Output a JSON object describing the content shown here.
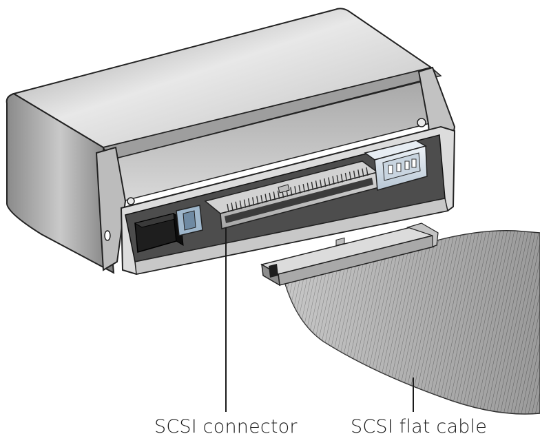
{
  "labels": {
    "connector": "SCSI connector",
    "cable": "SCSI flat cable"
  },
  "colors": {
    "housing_dark": "#6e6e6e",
    "housing_light": "#e6e6e6",
    "connector_body": "#cfcfcf",
    "pins": "#3a3a3a",
    "header_block": "#1c1c1c",
    "jumper_blue": "#9fb7cc",
    "power_connector": "#d4dde6",
    "cable_ribbon": "#8a8a8a",
    "leader_line": "#1a1a1a"
  },
  "icons": {
    "drive": "scsi-drive-illustration",
    "cable": "flat-ribbon-cable-illustration"
  }
}
